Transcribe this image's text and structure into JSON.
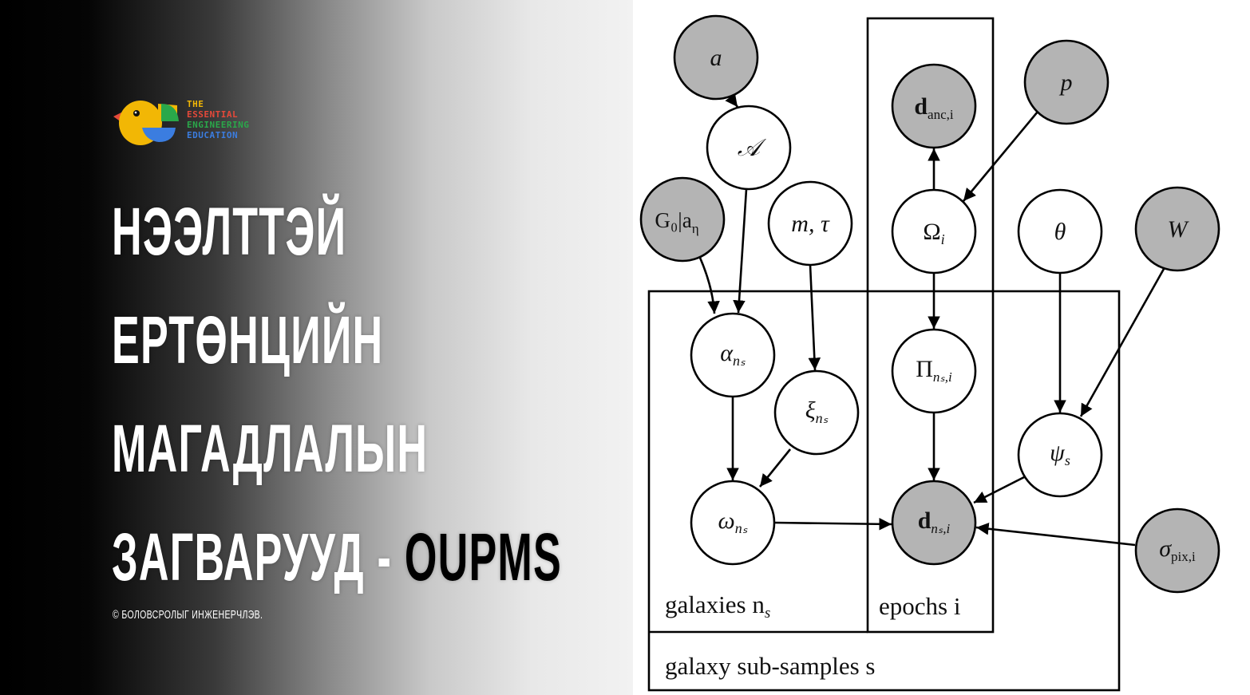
{
  "branding": {
    "logo_lines": [
      {
        "text": "THE",
        "color": "#f2b705"
      },
      {
        "text": "ESSENTIAL",
        "color": "#e5493a"
      },
      {
        "text": "ENGINEERING",
        "color": "#2aa84a"
      },
      {
        "text": "EDUCATION",
        "color": "#3b7de0"
      }
    ],
    "logo_icon": "duck-icon"
  },
  "title": {
    "lines": [
      "НЭЭЛТТЭЙ",
      "ЕРТӨНЦИЙН",
      "МАГАДЛАЛЫН",
      "ЗАГВАРУУД - "
    ],
    "accent": "OUPMS"
  },
  "copyright": "© БОЛОВСРОЛЫГ ИНЖЕНЕРЧЛЭВ.",
  "diagram": {
    "colors": {
      "observed_fill": "#b4b4b4",
      "latent_fill": "#ffffff",
      "stroke": "#000000"
    },
    "plates": {
      "galaxies": "galaxies n",
      "galaxies_sub": "s",
      "epochs": "epochs i",
      "subsamples": "galaxy sub-samples s"
    },
    "nodes": {
      "a": "a",
      "A": "𝒜",
      "G0": "G₀|a",
      "G0_sub": "η",
      "m_tau": "m, τ",
      "d_anc": "d",
      "d_anc_sub": "anc,i",
      "Omega": "Ω",
      "Omega_sub": "i",
      "p": "p",
      "theta": "θ",
      "W": "W",
      "alpha": "α",
      "alpha_sub": "nₛ",
      "xi": "ξ",
      "xi_sub": "nₛ",
      "Pi": "Π",
      "Pi_sub": "nₛ,i",
      "psi": "ψ",
      "psi_sub": "s",
      "omega": "ω",
      "omega_sub": "nₛ",
      "d_ns": "d",
      "d_ns_sub": "nₛ,i",
      "sigma": "σ",
      "sigma_sub": "pix,i"
    }
  }
}
